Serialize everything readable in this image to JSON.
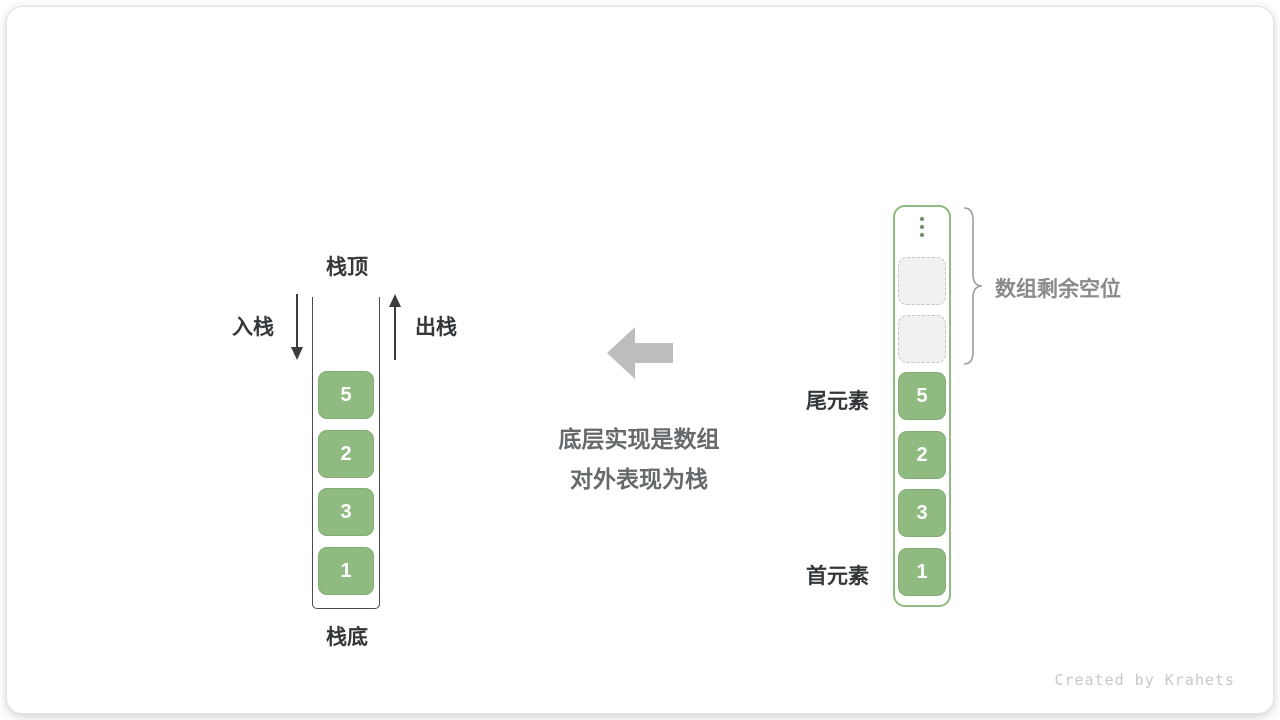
{
  "left_stack": {
    "top_label": "栈顶",
    "bottom_label": "栈底",
    "push_label": "入栈",
    "pop_label": "出栈",
    "values": [
      "5",
      "2",
      "3",
      "1"
    ]
  },
  "caption": {
    "line1": "底层实现是数组",
    "line2": "对外表现为栈"
  },
  "right_array": {
    "values": [
      "5",
      "2",
      "3",
      "1"
    ],
    "empty_slots_label": "数组剩余空位",
    "tail_label": "尾元素",
    "head_label": "首元素"
  },
  "colors": {
    "cell_green": "#8fba80",
    "big_arrow_gray": "#bdbdbd"
  },
  "page": {
    "credit": "Created by Krahets"
  }
}
